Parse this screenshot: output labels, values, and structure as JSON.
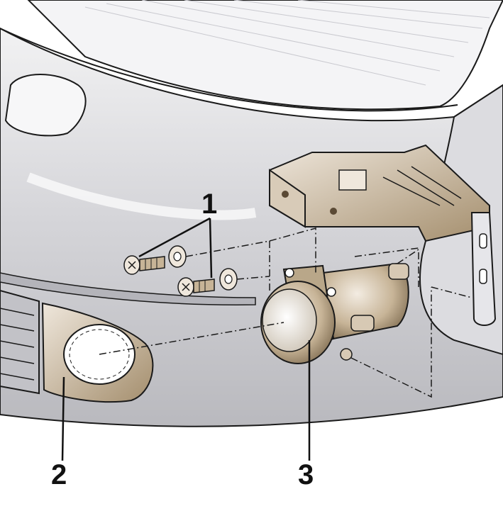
{
  "callouts": {
    "screws": "1",
    "bezel": "2",
    "fog_lamp": "3"
  },
  "colors": {
    "body_light": "#e6e6e8",
    "body_mid": "#c6c6cb",
    "body_dark": "#8c8c92",
    "part_bronze": "#a08a6a",
    "part_light": "#efe7dc",
    "outline": "#1a1a1a"
  }
}
